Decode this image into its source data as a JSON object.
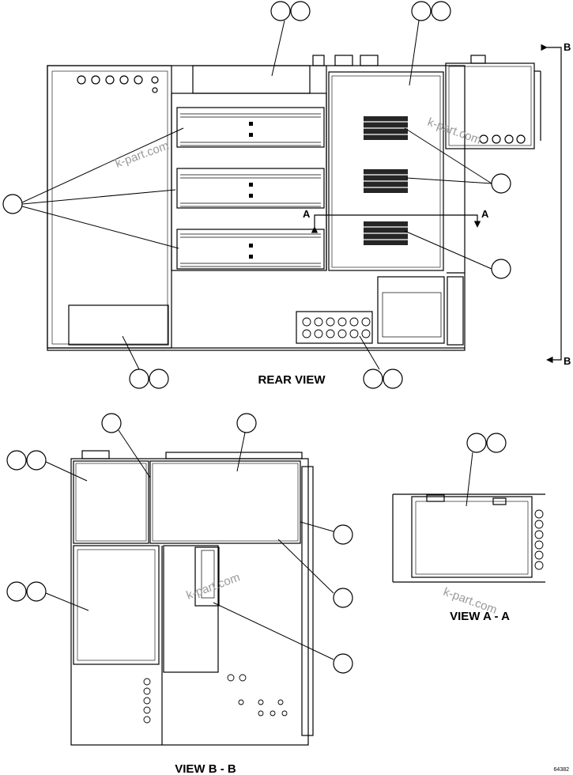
{
  "views": {
    "rear": {
      "title": "REAR VIEW"
    },
    "bb": {
      "title": "VIEW B - B"
    },
    "aa": {
      "title": "VIEW A - A"
    }
  },
  "section_markers": {
    "a": "A",
    "b": "B"
  },
  "watermark": "k-part.com",
  "drawing_number": "64382"
}
